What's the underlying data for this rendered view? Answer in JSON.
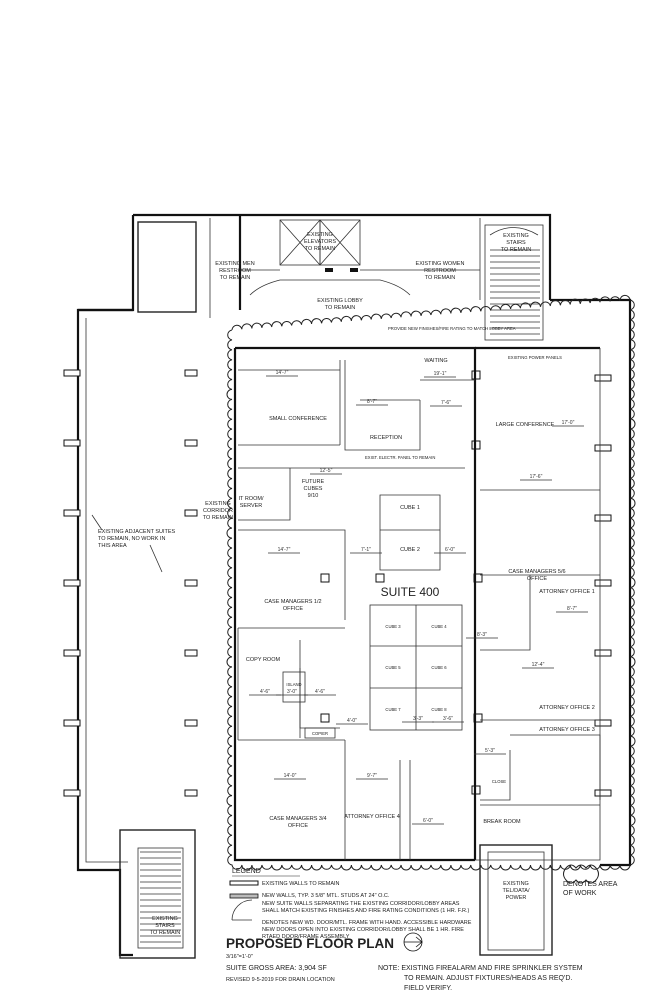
{
  "core": {
    "elevators": [
      "EXISTING",
      "ELEVATORS",
      "TO REMAIN"
    ],
    "men": [
      "EXISTING MEN",
      "RESTROOM",
      "TO REMAIN"
    ],
    "women": [
      "EXISTING WOMEN",
      "RESTROOM",
      "TO REMAIN"
    ],
    "lobby": [
      "EXISTING LOBBY",
      "TO REMAIN"
    ],
    "stairs_top": [
      "EXISTING",
      "STAIRS",
      "TO REMAIN"
    ],
    "stairs_bottom": [
      "EXISTING",
      "STAIRS",
      "TO REMAIN"
    ],
    "corridor": [
      "EXISTING",
      "CORRIDOR",
      "TO REMAIN"
    ],
    "adjacent": [
      "EXISTING ADJACENT SUITES",
      "TO REMAIN, NO WORK IN",
      "THIS AREA"
    ],
    "tel": [
      "EXISTING",
      "TEL/DATA/",
      "POWER"
    ]
  },
  "rooms": {
    "suite": "SUITE 400",
    "small_conference": "SMALL CONFERENCE",
    "waiting": "WAITING",
    "reception": "RECEPTION",
    "large_conference": "LARGE CONFERENCE",
    "future_cubes": [
      "FUTURE",
      "CUBES",
      "9/10"
    ],
    "it_room": [
      "IT ROOM/",
      "SERVER"
    ],
    "cube1": "CUBE 1",
    "cube2": "CUBE 2",
    "case_managers_12": [
      "CASE MANAGERS 1/2",
      "OFFICE"
    ],
    "case_managers_56": [
      "CASE MANAGERS 5/6",
      "OFFICE"
    ],
    "case_managers_34": [
      "CASE MANAGERS 3/4",
      "OFFICE"
    ],
    "copy_room": "COPY ROOM",
    "island": "ISLAND",
    "copier": "COPIER",
    "cubes": [
      "CUBE 3",
      "CUBE 4",
      "CUBE 5",
      "CUBE 6",
      "CUBE 7",
      "CUBE 8"
    ],
    "attorney1": "ATTORNEY OFFICE 1",
    "attorney2": "ATTORNEY OFFICE 2",
    "attorney3": "ATTORNEY OFFICE 3",
    "attorney4": "ATTORNEY OFFICE 4",
    "break_room": "BREAK ROOM",
    "close": "CLOSE"
  },
  "dims": [
    "14'-7\"",
    "19'-1\"",
    "8'-7\"",
    "7'-6\"",
    "12'-5\"",
    "17'-6\"",
    "14'-7\"",
    "7'-1\"",
    "6'-0\"",
    "8'-3\"",
    "12'-4\"",
    "4'-6\"",
    "3'-0\"",
    "4'-6\"",
    "4'-0\"",
    "3'-3\"",
    "3'-6\"",
    "14'-0\"",
    "9'-7\"",
    "6'-0\"",
    "5'-3\"",
    "17'-0\"",
    "8'-7\""
  ],
  "notes": {
    "new_lobby": "PROVIDE NEW FINISHES/FIRE RATING TO MATCH LOBBY AREA",
    "elec": "EXIST. ELECTR. PANEL TO REMAIN",
    "power": "EXISTING POWER PANELS"
  },
  "legend": {
    "title": "LEGEND",
    "existing": "EXISTING WALLS TO REMAIN",
    "new_walls": "NEW WALLS, TYP. 3 5/8\" MTL. STUDS AT 24\" O.C.",
    "new_suite": "NEW SUITE WALLS SEPARATING THE EXISTING CORRIDOR/LOBBY AREAS",
    "new_suite2": "SHALL MATCH EXISTING FINISHES AND FIRE RATING CONDITIONS (1 HR. F.R.)",
    "door1": "DENOTES NEW WD. DOOR/MTL. FRAME WITH HAND. ACCESSIBLE HARDWARE",
    "door2": "NEW DOORS OPEN INTO EXISTING CORRIDOR/LOBBY SHALL BE 1 HR. FIRE",
    "door3": "RTAED DOOR/FRAME ASSEMBLY"
  },
  "title_block": {
    "title": "PROPOSED FLOOR PLAN",
    "scale": "3/16\"=1'-0\"",
    "area": "SUITE GROSS AREA: 3,904 SF",
    "revised": "REVISED 9-5-2019 FOR DRAIN LOCATION",
    "note1": "NOTE: EXISTING FIREALARM AND FIRE SPRINKLER SYSTEM",
    "note2": "TO REMAIN. ADJUST FIXTURES/HEADS AS REQ'D.",
    "note3": "FIELD VERIFY.",
    "denotes1": "DENOTES AREA",
    "denotes2": "OF WORK"
  }
}
